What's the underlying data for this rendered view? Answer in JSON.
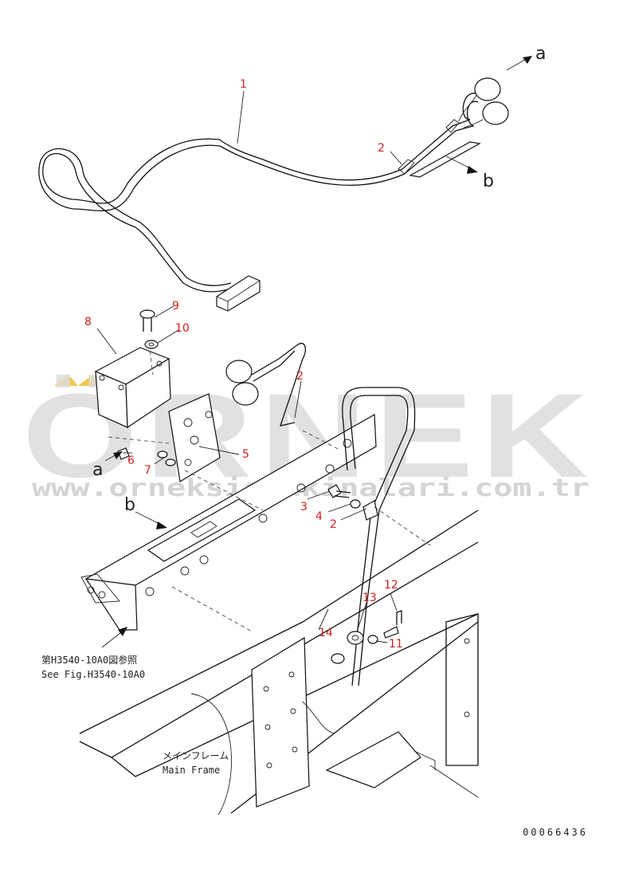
{
  "watermark": {
    "brand": "ÖRNEK",
    "url": "www.orneksismakinalari.com.tr"
  },
  "callouts": {
    "c1": "1",
    "c2_top": "2",
    "c2_mid": "2",
    "c2_low": "2",
    "c3": "3",
    "c4": "4",
    "c5": "5",
    "c6": "6",
    "c7": "7",
    "c8": "8",
    "c9": "9",
    "c10": "10",
    "c11": "11",
    "c12": "12",
    "c13": "13",
    "c14": "14"
  },
  "arrow_labels": {
    "a_top": "a",
    "b_top": "b",
    "a_left": "a",
    "b_left": "b"
  },
  "notes": {
    "see_fig_jp": "第H3540-10A0図参照",
    "see_fig_en": "See Fig.H3540-10A0",
    "main_frame_jp": "メインフレーム",
    "main_frame_en": "Main Frame"
  },
  "drawing_number": "00066436",
  "colors": {
    "callout": "#d42020",
    "watermark": "#dcdcdc",
    "watermark_accent": "#f3c64a"
  }
}
